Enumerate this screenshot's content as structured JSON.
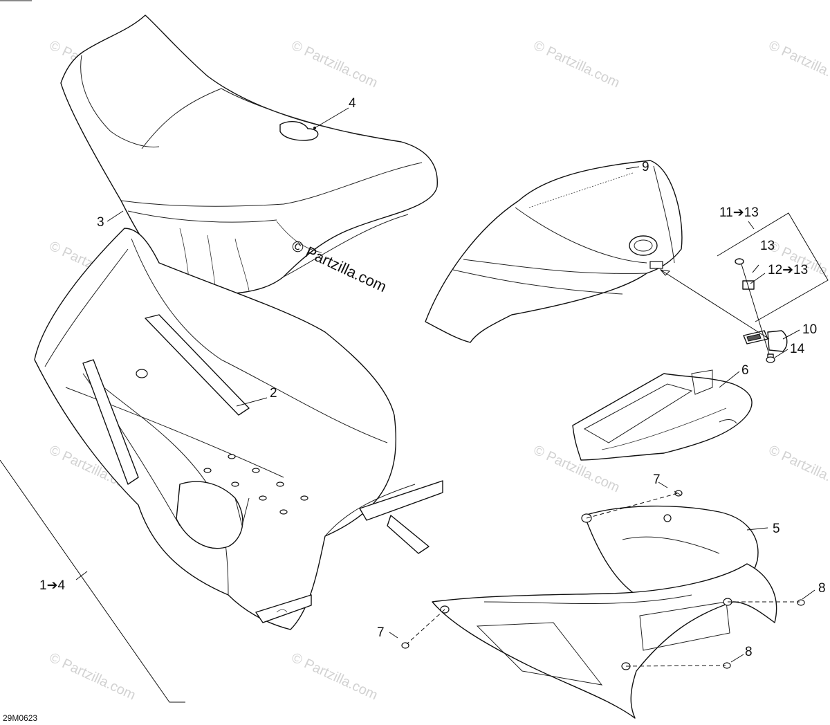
{
  "callouts": {
    "c1": "1➔4",
    "c2": "2",
    "c3": "3",
    "c4": "4",
    "c5": "5",
    "c6": "6",
    "c7a": "7",
    "c7b": "7",
    "c8a": "8",
    "c8b": "8",
    "c9": "9",
    "c10": "10",
    "c11": "11➔13",
    "c12": "12➔13",
    "c13": "13",
    "c14": "14"
  },
  "watermark": {
    "main": "© Partzilla.com",
    "faint": "© Partzilla.com"
  },
  "diagram_code": "29M0623"
}
